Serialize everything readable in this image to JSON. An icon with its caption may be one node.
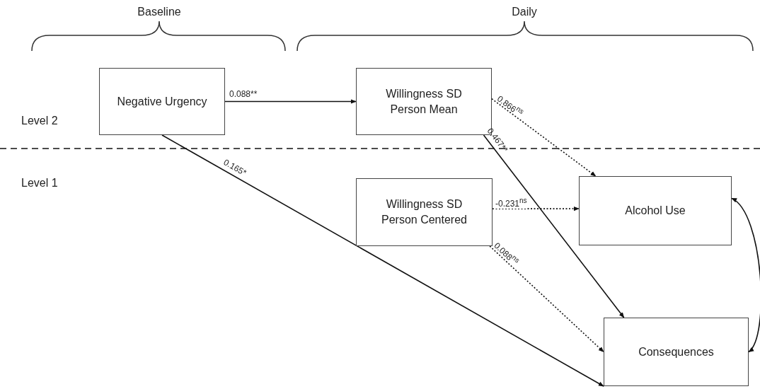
{
  "diagram": {
    "nodes": [
      {
        "text": [
          "Negative Urgency"
        ]
      },
      {
        "text": [
          "Willingness SD Person Mean"
        ]
      },
      {
        "text": [
          "Willingness SD Person Centered"
        ]
      },
      {
        "text": [
          "Alcohol Use"
        ]
      },
      {
        "text": [
          "Consequences"
        ]
      }
    ],
    "edges": [
      {
        "from": 0,
        "to": 1,
        "arrow": "to",
        "label": "0.088**"
      },
      {
        "from": 1,
        "to": 3,
        "arrow": "to",
        "label": "0.866$^{ns}$",
        "style": "dashed"
      },
      {
        "from": 1,
        "to": 4,
        "arrow": "to",
        "label": "0.467**"
      },
      {
        "from": 0,
        "to": 4,
        "arrow": "to",
        "label": "0.165*"
      },
      {
        "from": 2,
        "to": 3,
        "arrow": "to",
        "label": "-0.231$^{ns}$",
        "style": "dashed"
      },
      {
        "from": 2,
        "to": 4,
        "arrow": "to",
        "label": "0.088$^{ns}$",
        "style": "dashed"
      },
      {
        "from": 3,
        "to": 4,
        "arrow": "both"
      }
    ],
    "labels": [
      "Baseline",
      "Daily",
      "Level 2",
      "Level 1"
    ]
  }
}
